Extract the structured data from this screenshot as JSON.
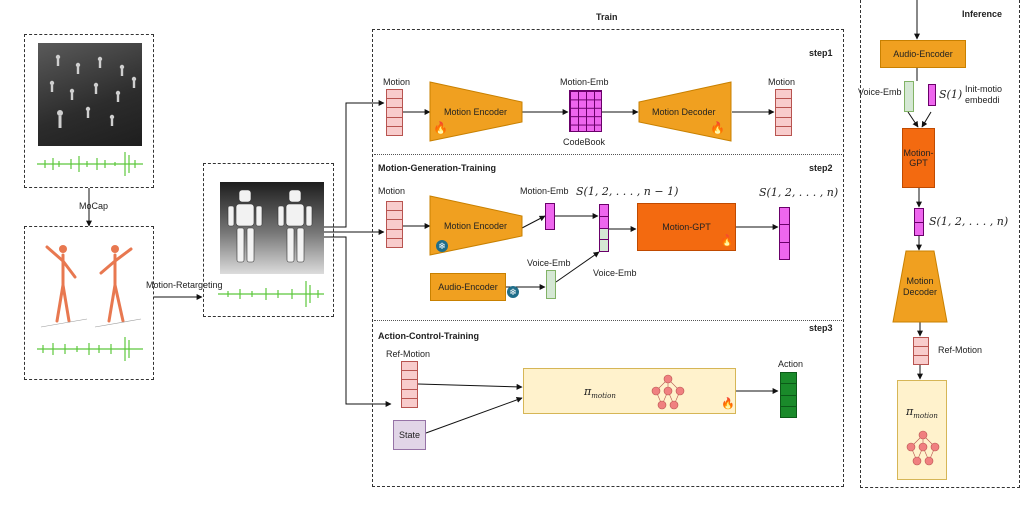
{
  "title_train": "Train",
  "title_inference": "Inference",
  "left": {
    "mocap_label": "MoCap",
    "retarget_label": "Motion-Retargeting"
  },
  "step1": {
    "step_label": "step1",
    "motion_in_label": "Motion",
    "encoder_label": "Motion Encoder",
    "emb_label": "Motion-Emb",
    "codebook_label": "CodeBook",
    "decoder_label": "Motion Decoder",
    "motion_out_label": "Motion"
  },
  "step2": {
    "section_title": "Motion-Generation-Training",
    "step_label": "step2",
    "motion_in_label": "Motion",
    "encoder_label": "Motion Encoder",
    "emb_label": "Motion-Emb",
    "seq_in_label": "S(1, 2, . . . , n − 1)",
    "seq_out_label": "S(1, 2, . . . , n)",
    "gpt_label": "Motion-GPT",
    "audio_encoder_label": "Audio-Encoder",
    "voice_emb_label": "Voice-Emb",
    "voice_emb_label2": "Voice-Emb"
  },
  "step3": {
    "section_title": "Action-Control-Training",
    "step_label": "step3",
    "ref_motion_label": "Ref-Motion",
    "policy_label": "π",
    "policy_sub": "motion",
    "action_label": "Action",
    "state_label": "State"
  },
  "inference": {
    "audio_encoder_label": "Audio-Encoder",
    "voice_emb_label": "Voice-Emb",
    "s1_label": "S(1)",
    "init_label_1": "Init-motio",
    "init_label_2": "embeddi",
    "gpt_label_1": "Motion-",
    "gpt_label_2": "GPT",
    "seq_label": "S(1, 2, . . . , n)",
    "decoder_label_1": "Motion",
    "decoder_label_2": "Decoder",
    "ref_motion_label": "Ref-Motion",
    "policy_label": "π",
    "policy_sub": "motion"
  },
  "colors": {
    "orange": "#f0a020",
    "gpt_orange": "#f36a10",
    "pink": "#f8cccc",
    "magenta": "#ee66ee",
    "light_green": "#d5e8d4",
    "dark_green": "#1a8a2a",
    "policy_yellow": "#fff2cc",
    "state_purple": "#e1d5e7"
  }
}
